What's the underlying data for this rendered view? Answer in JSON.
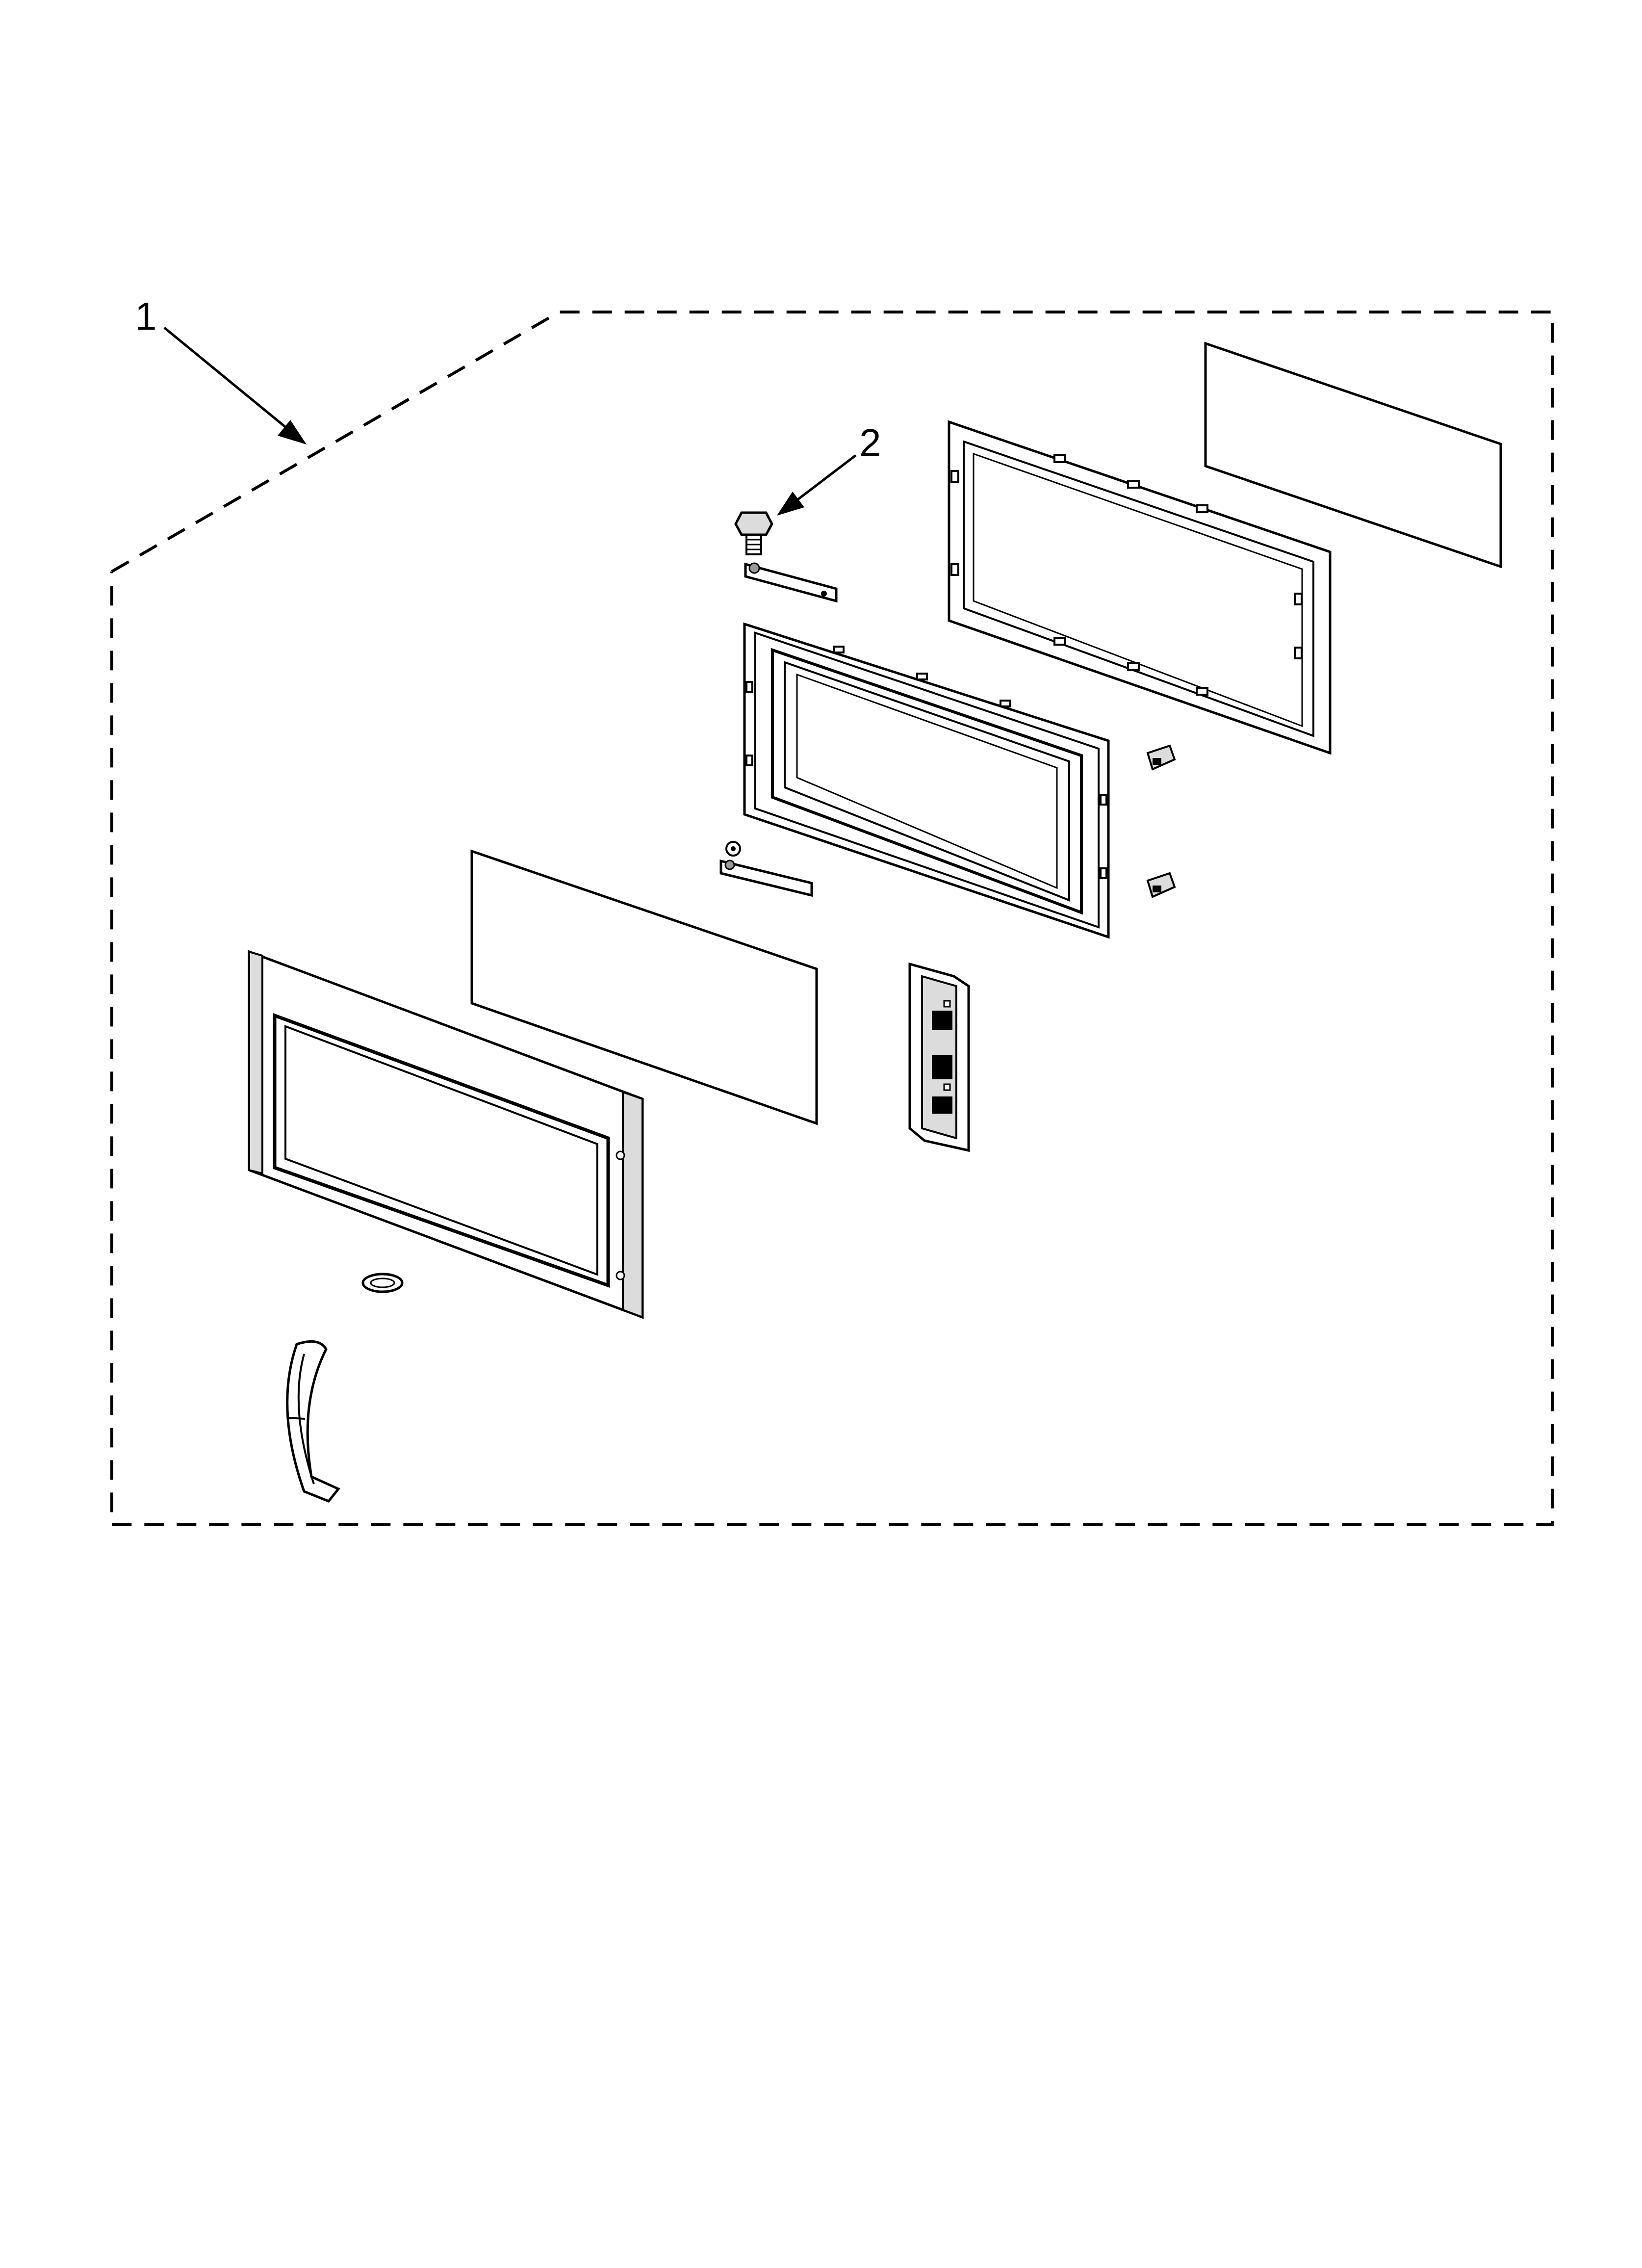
{
  "callouts": [
    {
      "id": "1",
      "label": "1"
    },
    {
      "id": "2",
      "label": "2"
    }
  ],
  "colors": {
    "line": "#000000",
    "fill_light": "#ffffff",
    "fill_shade": "#dcdcdc",
    "fill_dark": "#9a9a9a"
  }
}
